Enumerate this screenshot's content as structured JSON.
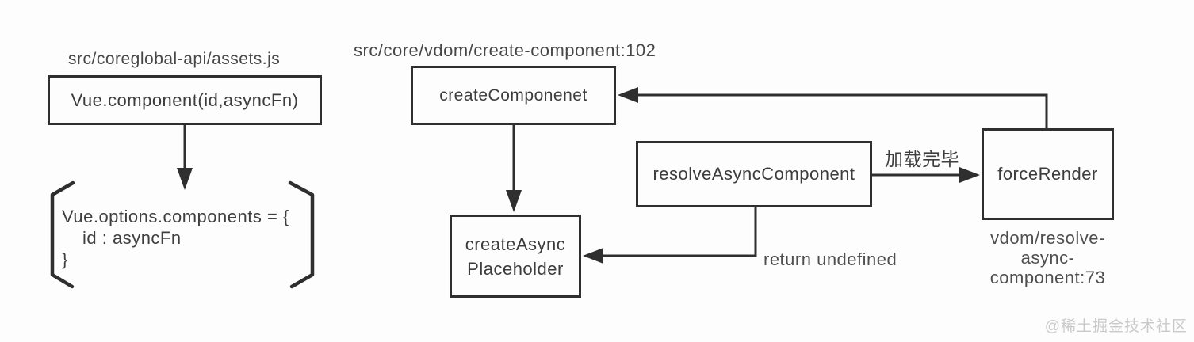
{
  "diagram": {
    "left_flow": {
      "file_label": "src/coreglobal-api/assets.js",
      "node_vue_component": "Vue.component(id,asyncFn)",
      "code_block": {
        "line1": "Vue.options.components = {",
        "line2": "id : asyncFn",
        "line3": "}"
      }
    },
    "right_flow": {
      "file_label_create_component": "src/core/vdom/create-component:102",
      "node_create_component": "createComponenet",
      "node_create_async_placeholder_line1": "createAsync",
      "node_create_async_placeholder_line2": "Placeholder",
      "node_resolve_async_component": "resolveAsyncComponent",
      "node_force_render": "forceRender",
      "file_label_resolve_line1": "vdom/resolve-",
      "file_label_resolve_line2": "async-component:73",
      "edge_label_load_complete": "加载完毕",
      "edge_label_return_undefined": "return undefined"
    },
    "watermark": "@稀土掘金技术社区",
    "colors": {
      "stroke": "#2f2f2f",
      "node_text": "#3c3c3c",
      "muted_text": "#4f4f4f",
      "watermark_text": "#c9c9c9",
      "background": "#fdfdfd"
    }
  }
}
